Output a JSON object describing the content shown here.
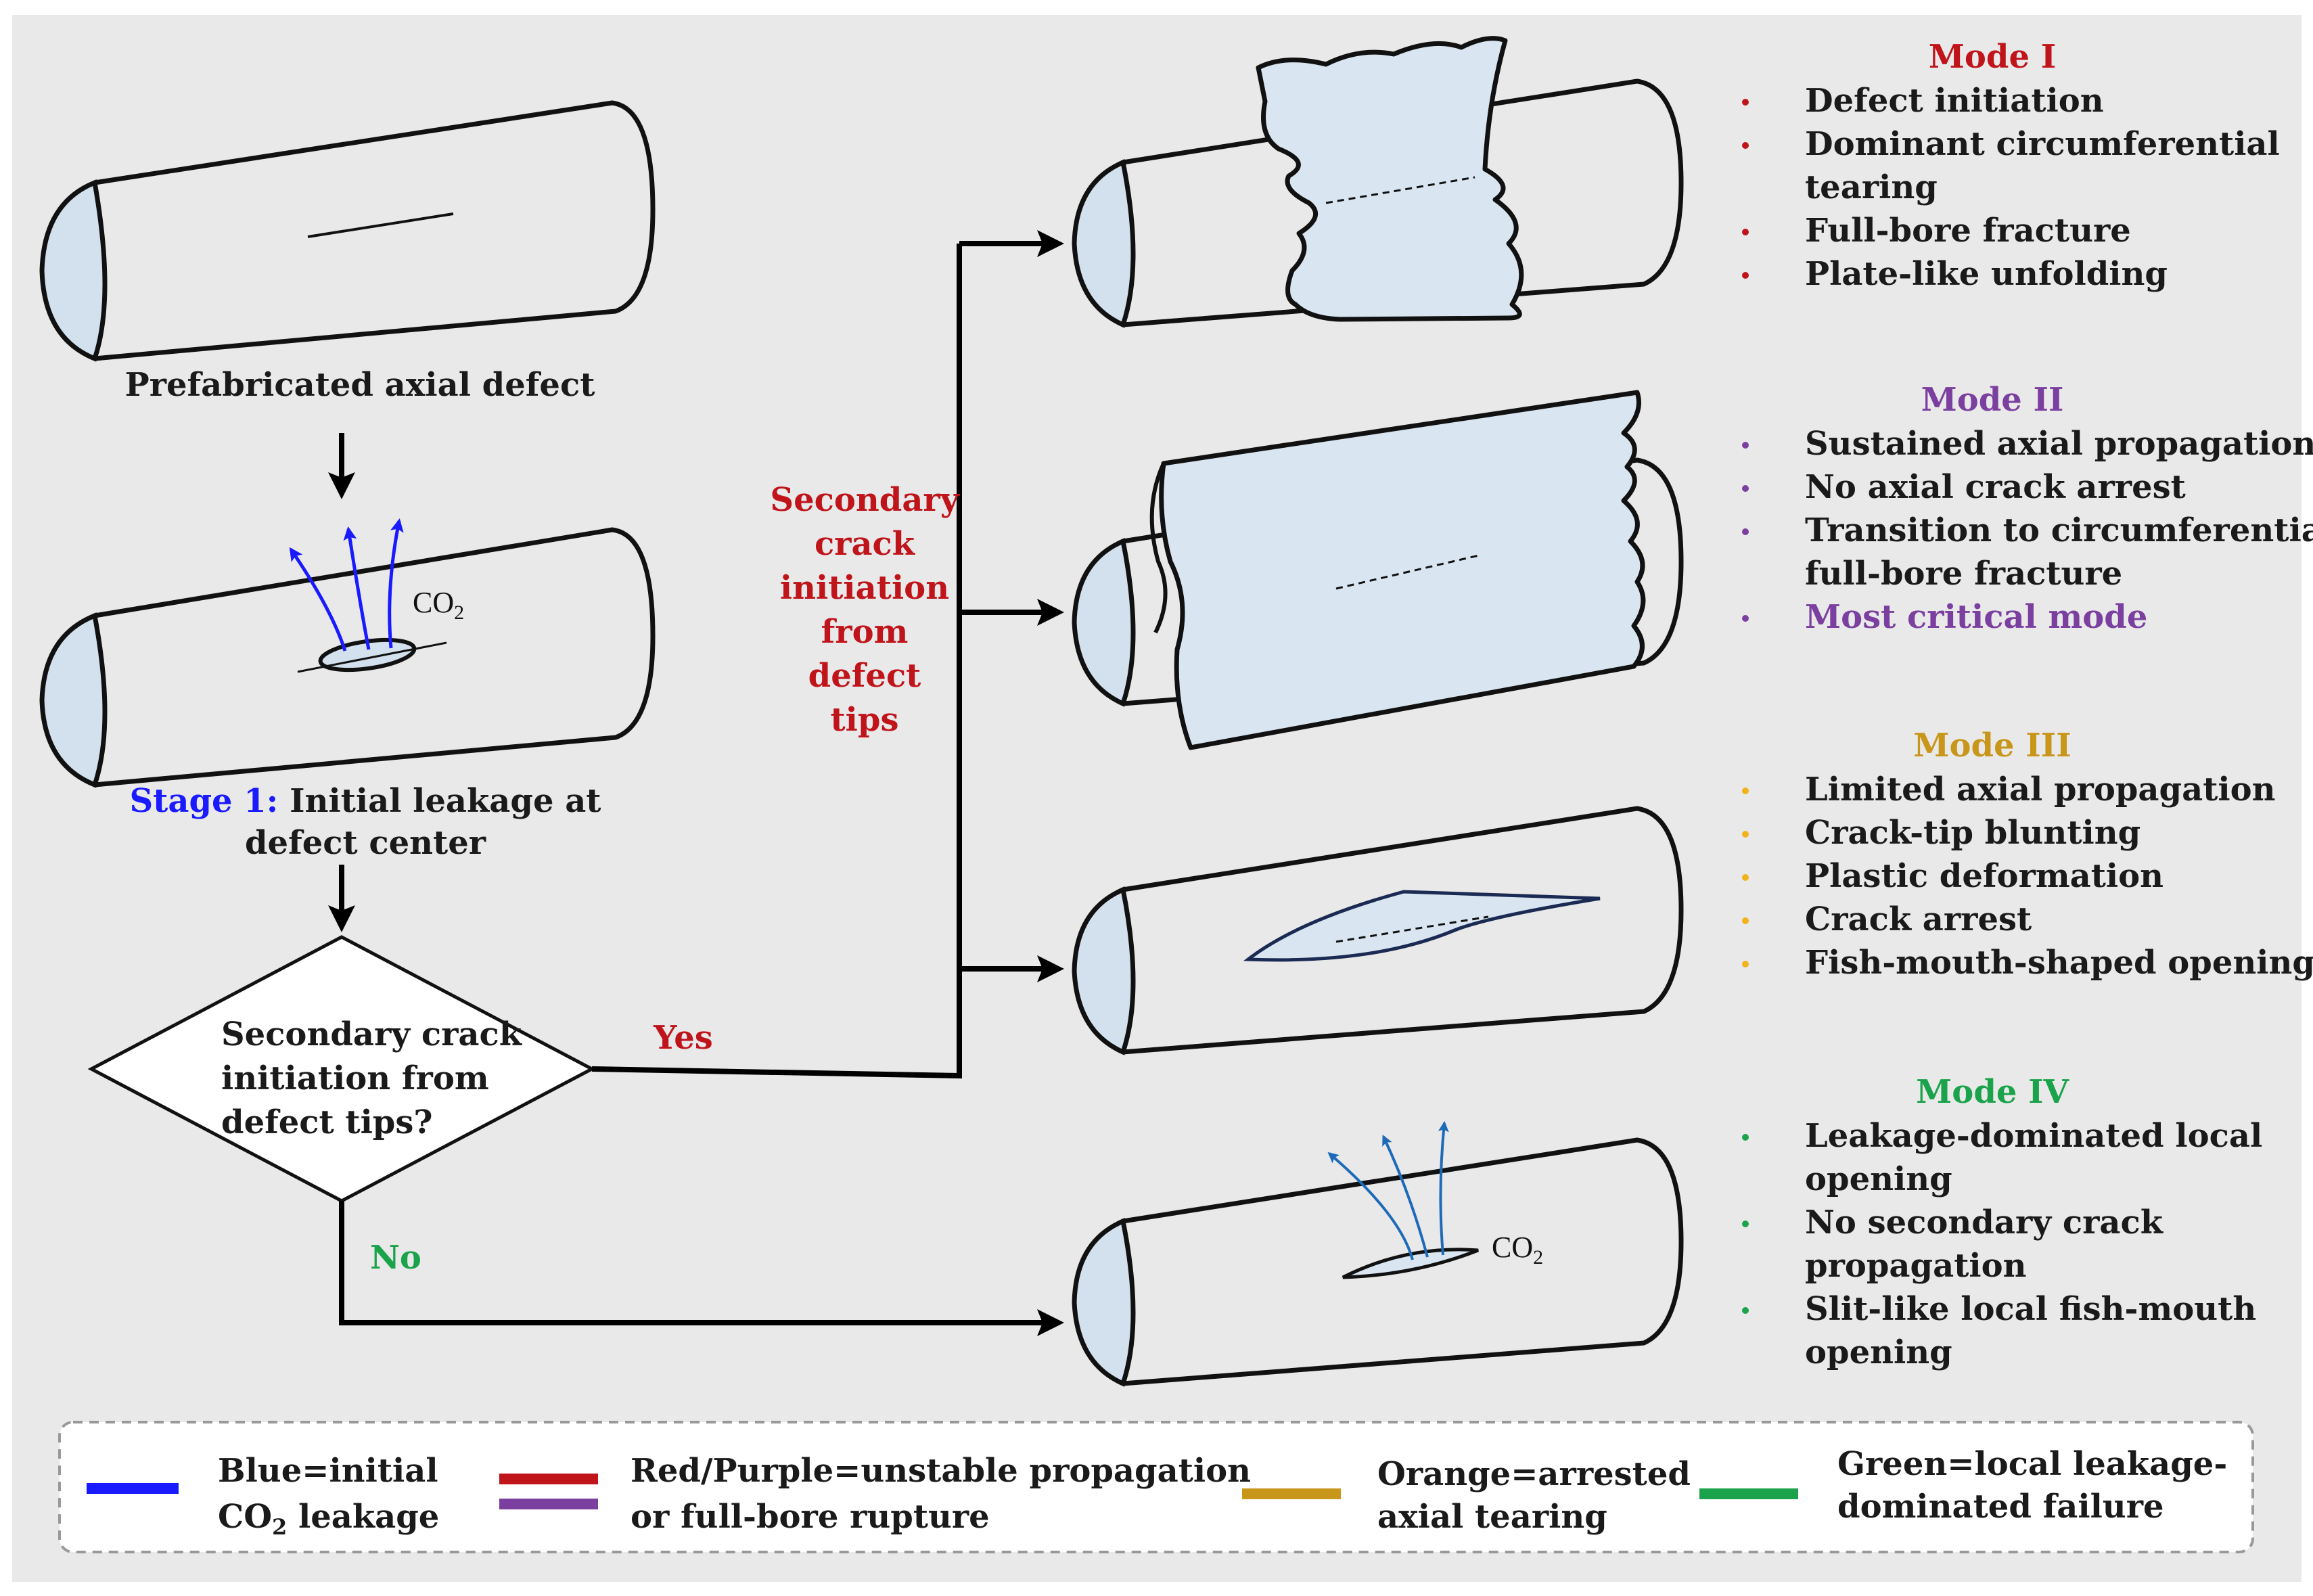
{
  "flow": {
    "step1_label": "Prefabricated axial defect",
    "co2_top_left": "CO",
    "co2_top_sub": "2",
    "stage1_prefix": "Stage 1:",
    "stage1_text_line1": "Initial leakage at",
    "stage1_text_line2": "defect center",
    "decision_line1": "Secondary crack",
    "decision_line2": "initiation from",
    "decision_line3": "defect tips?",
    "yes_label": "Yes",
    "no_label": "No",
    "branch_label_lines": [
      "Secondary",
      "crack",
      "initiation",
      "from",
      "defect",
      "tips"
    ],
    "co2_bottom": "CO",
    "co2_bottom_sub": "2"
  },
  "modes": [
    {
      "title": "Mode I",
      "color": "#c0141b",
      "items": [
        "Defect initiation",
        "Dominant circumferential",
        "tearing",
        "Full-bore fracture",
        "Plate-like unfolding"
      ],
      "bulleted": [
        true,
        true,
        false,
        true,
        true
      ]
    },
    {
      "title": "Mode II",
      "color": "#7b3fa0",
      "items": [
        "Sustained axial propagation",
        "No axial crack arrest",
        "Transition to circumferential",
        "full-bore fracture",
        "Most critical mode"
      ],
      "bulleted": [
        true,
        true,
        true,
        false,
        true
      ]
    },
    {
      "title": "Mode III",
      "color": "#c8961a",
      "bullet_color": "#f2b21b",
      "items": [
        "Limited axial propagation",
        "Crack-tip blunting",
        "Plastic deformation",
        "Crack arrest",
        "Fish-mouth-shaped opening"
      ],
      "bulleted": [
        true,
        true,
        true,
        true,
        true
      ]
    },
    {
      "title": "Mode IV",
      "color": "#1aa34a",
      "items": [
        "Leakage-dominated local",
        "opening",
        "No secondary crack",
        "propagation",
        "Slit-like local fish-mouth",
        "opening"
      ],
      "bulleted": [
        true,
        false,
        true,
        false,
        true,
        false
      ]
    }
  ],
  "legend": {
    "blue_line1": "Blue=initial",
    "blue_line2_prefix": "CO",
    "blue_line2_sub": "2",
    "blue_line2_suffix": " leakage",
    "red_line1": "Red/Purple=unstable propagation",
    "red_line2": "or full-bore rupture",
    "orange_line1": "Orange=arrested",
    "orange_line2": "axial tearing",
    "green_line1": "Green=local leakage-",
    "green_line2": "dominated failure",
    "colors": {
      "blue": "#1a1aff",
      "red": "#c0141b",
      "purple": "#7b3fa0",
      "orange": "#c8961a",
      "green": "#1aa34a"
    }
  }
}
